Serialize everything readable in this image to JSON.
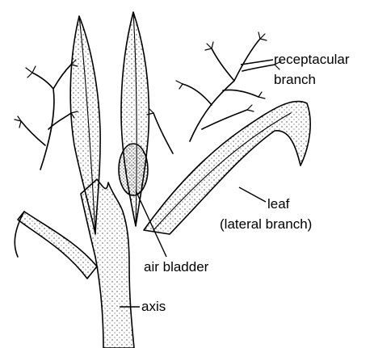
{
  "labels": {
    "receptacular_branch_line1": "receptacular",
    "receptacular_branch_line2": "branch",
    "leaf_line1": "leaf",
    "leaf_line2": "(lateral branch)",
    "air_bladder": "air bladder",
    "axis": "axis"
  },
  "colors": {
    "ink": "#000000",
    "paper": "#ffffff"
  }
}
